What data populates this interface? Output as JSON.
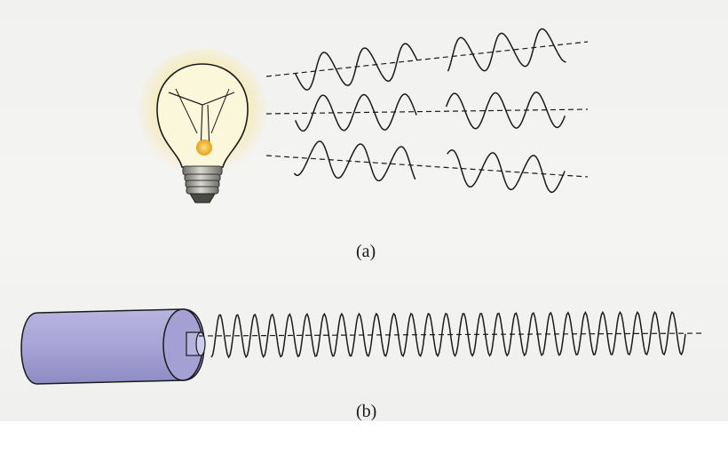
{
  "panels": [
    {
      "id": "a",
      "caption": "(a)"
    },
    {
      "id": "b",
      "caption": "(b)"
    }
  ],
  "colors": {
    "paper": "#f2f2f0",
    "ink": "#1a1a1a",
    "bulb_glow": "#f4e7a6",
    "bulb_glass": "#fbf7d8",
    "filament_glow": "#f0b83c",
    "bulb_base": "#9a9a92",
    "laser_body": "#a9a6d6",
    "laser_shade": "#8b87c4"
  },
  "icons": {
    "light_source_a": "incandescent-bulb-icon",
    "light_source_b": "laser-cylinder-icon"
  }
}
